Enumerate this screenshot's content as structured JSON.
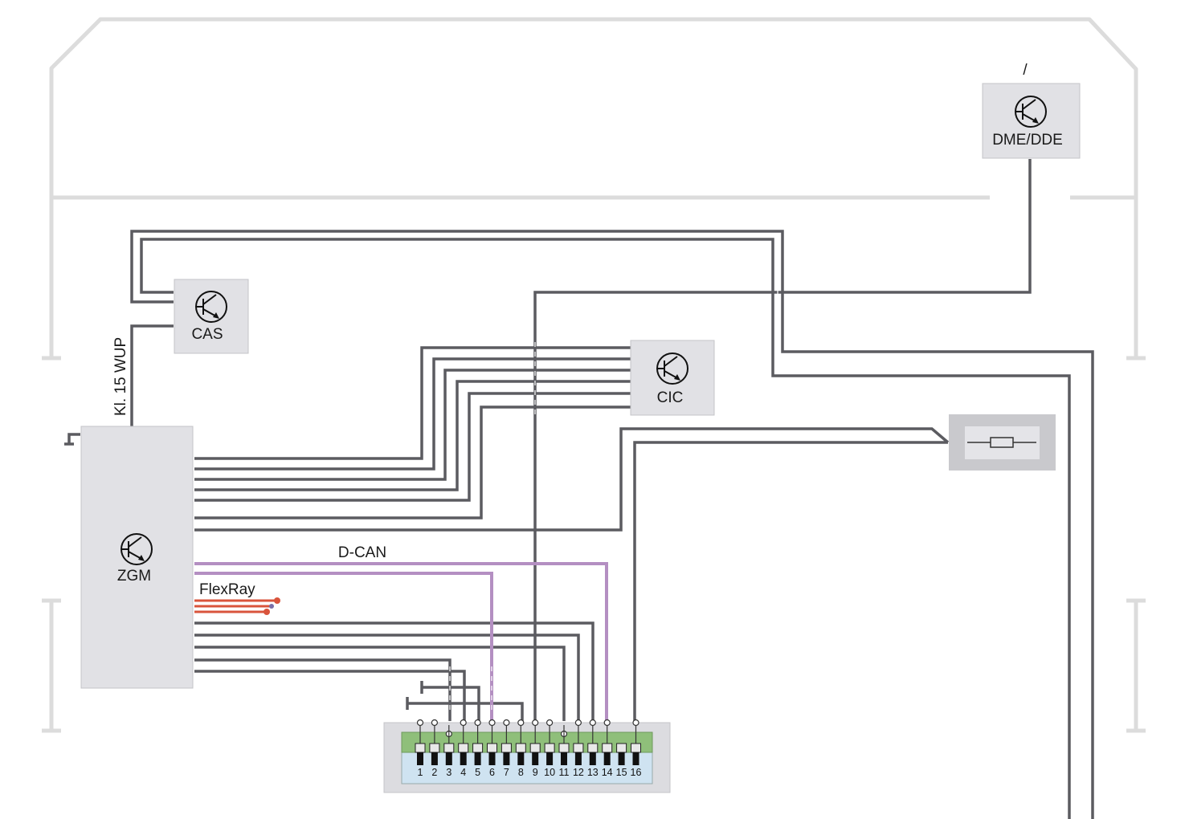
{
  "labels": {
    "dme_dde": "DME/DDE",
    "slash": "/",
    "cas": "CAS",
    "cic": "CIC",
    "zgm": "ZGM",
    "d_can": "D-CAN",
    "flexray": "FlexRay",
    "kl15": "Kl. 15 WUP"
  },
  "connector_pins": [
    "1",
    "2",
    "3",
    "4",
    "5",
    "6",
    "7",
    "8",
    "9",
    "10",
    "11",
    "12",
    "13",
    "14",
    "15",
    "16"
  ],
  "connected_pins": [
    "1",
    "2",
    "3",
    "4",
    "5",
    "6",
    "7",
    "8",
    "9",
    "10",
    "11",
    "12",
    "13",
    "14",
    "16"
  ],
  "colors": {
    "wire": "#5b5b60",
    "can_bus": "#b48fc2",
    "flexray": "#d9543c",
    "module_fill": "#e1e1e5",
    "connector_green": "#8fbf7a",
    "connector_blue": "#cfe3f1",
    "frame": "#dcdcdc"
  },
  "icons": {
    "transistor": "transistor-icon",
    "fuse": "fuse-icon"
  }
}
